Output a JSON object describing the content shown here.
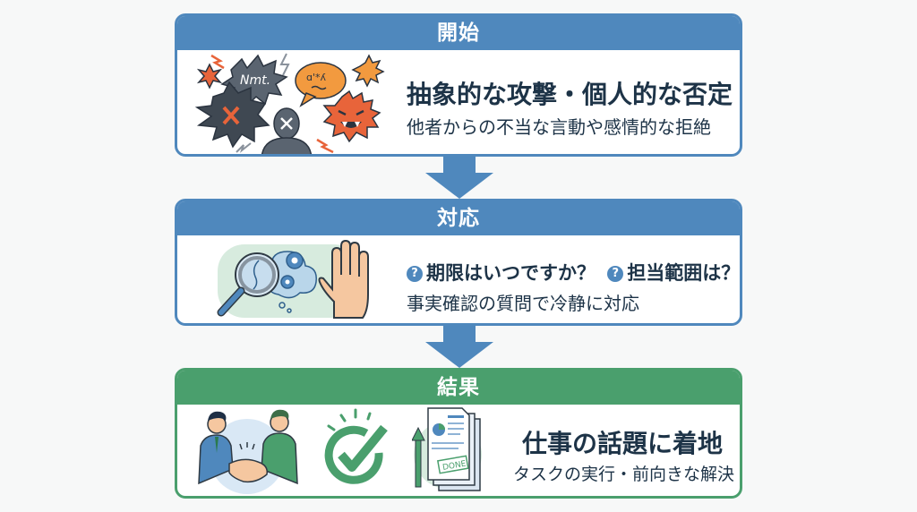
{
  "colors": {
    "background": "#f7f8f8",
    "blue": "#4f88bd",
    "green": "#4a9f6d",
    "text": "#1d3347",
    "orange": "#e8643a",
    "dark_gray": "#4b5563"
  },
  "steps": [
    {
      "header": "開始",
      "title": "抽象的な攻撃・個人的な否定",
      "subtitle": "他者からの不当な言動や感情的な拒絶",
      "icons": [
        "explosion-icon",
        "angry-speech-bubble-icon",
        "angry-monster-icon",
        "person-silhouette-icon",
        "lightning-icon"
      ]
    },
    {
      "header": "対応",
      "questions": [
        "期限はいつですか？",
        "担当範囲は？"
      ],
      "question_icon": "?",
      "subtitle": "事実確認の質問で冷静に対応",
      "icons": [
        "magnifying-glass-icon",
        "gears-icon",
        "raised-hand-icon"
      ]
    },
    {
      "header": "結果",
      "title": "仕事の話題に着地",
      "subtitle": "タスクの実行・前向きな解決",
      "done_stamp": "DONE",
      "icons": [
        "handshake-icon",
        "check-circle-icon",
        "document-done-icon"
      ]
    }
  ]
}
